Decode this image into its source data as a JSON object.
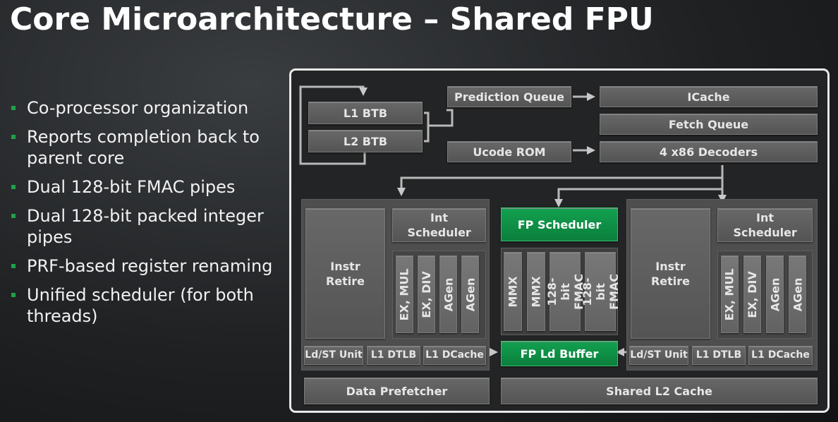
{
  "title": "Core Microarchitecture – Shared FPU",
  "bullets": [
    "Co-processor organization",
    "Reports completion back to parent core",
    "Dual 128-bit FMAC pipes",
    "Dual 128-bit packed integer pipes",
    "PRF-based register renaming",
    "Unified scheduler (for both threads)"
  ],
  "colors": {
    "accent_green": "#0b8a41",
    "bullet_green": "#1fa14a",
    "block_gray": "#5e5e5e"
  },
  "frontend": {
    "l1_btb": "L1 BTB",
    "l2_btb": "L2 BTB",
    "prediction_queue": "Prediction Queue",
    "ucode_rom": "Ucode ROM",
    "icache": "ICache",
    "fetch_queue": "Fetch Queue",
    "decoders": "4 x86 Decoders"
  },
  "core_left": {
    "instr_retire": "Instr Retire",
    "int_scheduler": "Int Scheduler",
    "ex_mul": "EX, MUL",
    "ex_div": "EX, DIV",
    "agen1": "AGen",
    "agen2": "AGen",
    "ldst": "Ld/ST Unit",
    "l1_dtlb": "L1 DTLB",
    "l1_dcache": "L1 DCache"
  },
  "core_right": {
    "instr_retire": "Instr Retire",
    "int_scheduler": "Int Scheduler",
    "ex_mul": "EX, MUL",
    "ex_div": "EX, DIV",
    "agen1": "AGen",
    "agen2": "AGen",
    "ldst": "Ld/ST Unit",
    "l1_dtlb": "L1 DTLB",
    "l1_dcache": "L1 DCache"
  },
  "fpu": {
    "scheduler": "FP Scheduler",
    "mmx1": "MMX",
    "mmx2": "MMX",
    "fmac1": "128-bit FMAC",
    "fmac2": "128-bit FMAC",
    "ld_buffer": "FP Ld Buffer"
  },
  "bottom": {
    "data_prefetcher": "Data Prefetcher",
    "shared_l2": "Shared L2 Cache"
  }
}
